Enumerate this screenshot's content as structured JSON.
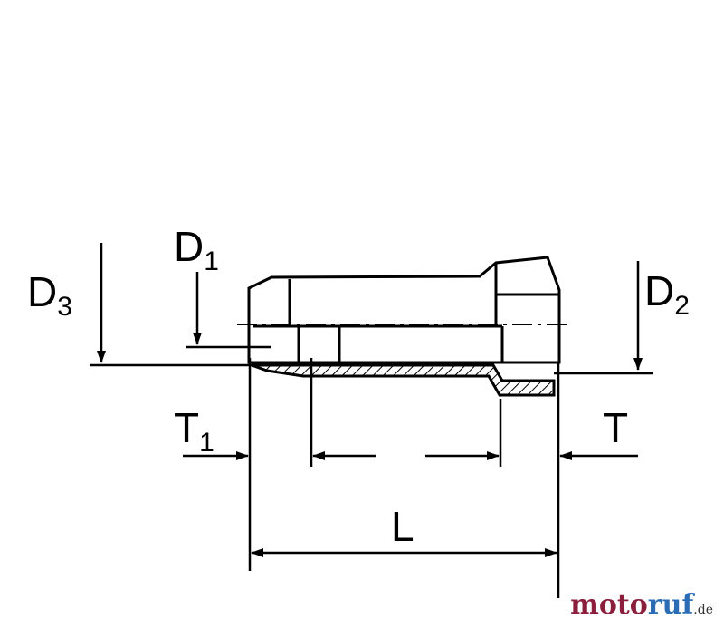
{
  "labels": {
    "d3": {
      "main": "D",
      "sub": "3"
    },
    "d1": {
      "main": "D",
      "sub": "1"
    },
    "d2": {
      "main": "D",
      "sub": "2"
    },
    "t1": {
      "main": "T",
      "sub": "1"
    },
    "t": {
      "main": "T"
    },
    "l": {
      "main": "L"
    }
  },
  "watermark": {
    "moto": "moto",
    "ruf": "ruf",
    "tld": ".de"
  },
  "colors": {
    "line": "#000000",
    "moto": "#8a1e3c",
    "ruf": "#2a6db5"
  }
}
